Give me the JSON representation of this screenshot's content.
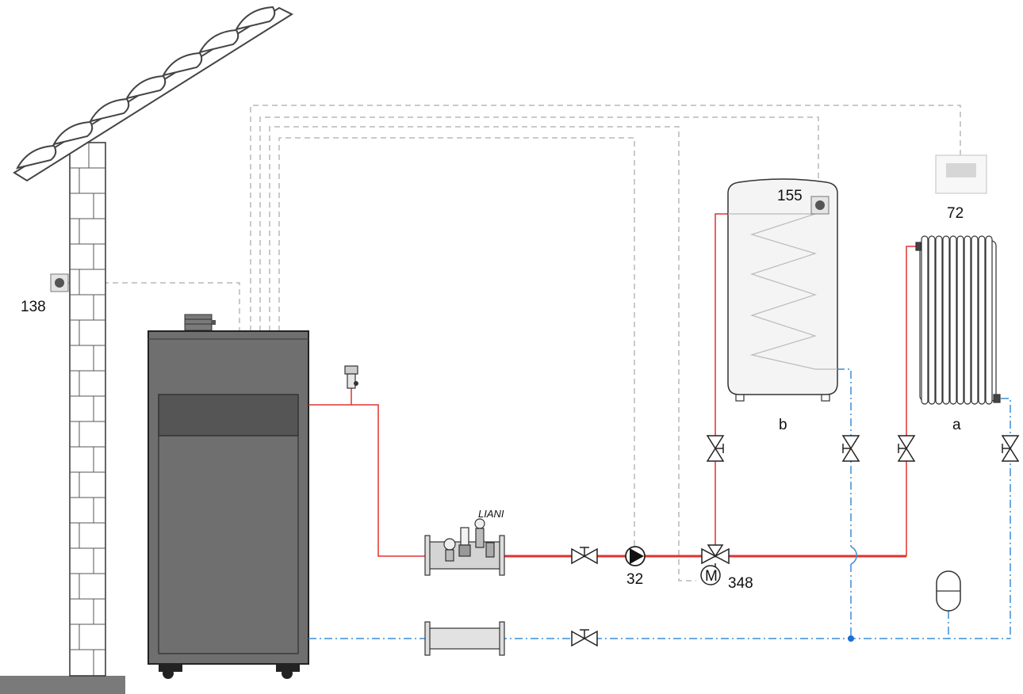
{
  "labels": {
    "room_sensor": "138",
    "tank_sensor": "155",
    "controller": "72",
    "radiator": "a",
    "tank": "b",
    "pump": "32",
    "mixing_valve_motor": "348",
    "motor_symbol": "M",
    "pump_group": "LIANI"
  },
  "colors": {
    "flow_line": "#e0322e",
    "return_line": "#3c8ed6",
    "signal_line": "#b9b9b9",
    "boiler_body": "#6f6f6f",
    "boiler_panel": "#555555"
  }
}
